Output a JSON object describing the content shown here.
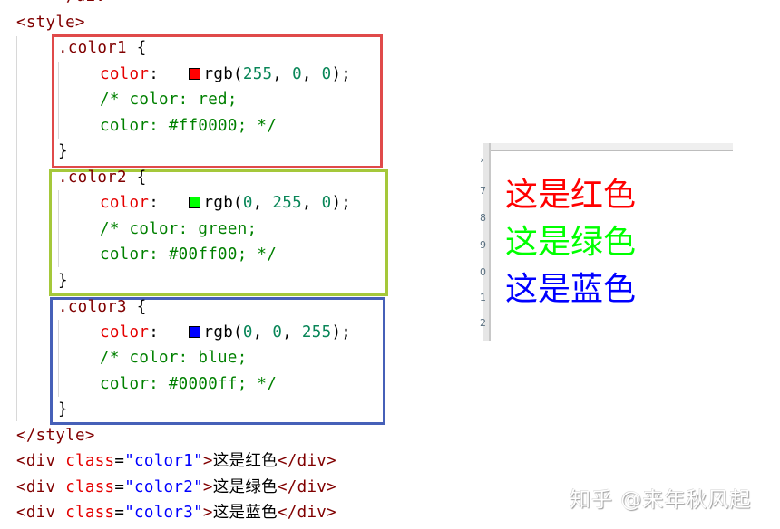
{
  "editor": {
    "partial_top_line": "</div>",
    "style_open": "<style>",
    "style_close": "</style>",
    "rules": [
      {
        "selector": ".color1",
        "brace_open": " {",
        "property": "color",
        "colon": ":",
        "swatch_color": "#ff0000",
        "value_fn": "rgb(",
        "value_args": [
          "255",
          "0",
          "0"
        ],
        "value_end": ");",
        "comment_line1": "/* color: red;",
        "comment_line2": "color: #ff0000; */",
        "brace_close": "}",
        "box_color": "#e04a4a"
      },
      {
        "selector": ".color2",
        "brace_open": " {",
        "property": "color",
        "colon": ":",
        "swatch_color": "#00ff00",
        "value_fn": "rgb(",
        "value_args": [
          "0",
          "255",
          "0"
        ],
        "value_end": ");",
        "comment_line1": "/* color: green;",
        "comment_line2": "color: #00ff00; */",
        "brace_close": "}",
        "box_color": "#a5c83a"
      },
      {
        "selector": ".color3",
        "brace_open": " {",
        "property": "color",
        "colon": ":",
        "swatch_color": "#0000ff",
        "value_fn": "rgb(",
        "value_args": [
          "0",
          "0",
          "255"
        ],
        "value_end": ");",
        "comment_line1": "/* color: blue;",
        "comment_line2": "color: #0000ff; */",
        "brace_close": "}",
        "box_color": "#4660b8"
      }
    ],
    "divs": [
      {
        "open": "<div",
        "attr": "class",
        "eq": "=",
        "value": "\"color1\"",
        "gt": ">",
        "text": "这是红色",
        "close": "</div>"
      },
      {
        "open": "<div",
        "attr": "class",
        "eq": "=",
        "value": "\"color2\"",
        "gt": ">",
        "text": "这是绿色",
        "close": "</div>"
      },
      {
        "open": "<div",
        "attr": "class",
        "eq": "=",
        "value": "\"color3\"",
        "gt": ">",
        "text": "这是蓝色",
        "close": "</div>"
      }
    ]
  },
  "preview": {
    "gutter_numbers": [
      "7",
      "8",
      "9",
      "0",
      "1",
      "2"
    ],
    "lines": [
      {
        "text": "这是红色",
        "color": "#ff0000"
      },
      {
        "text": "这是绿色",
        "color": "#00ff00"
      },
      {
        "text": "这是蓝色",
        "color": "#0000ff"
      }
    ]
  },
  "watermark": {
    "text": "知乎 @来年秋风起"
  }
}
